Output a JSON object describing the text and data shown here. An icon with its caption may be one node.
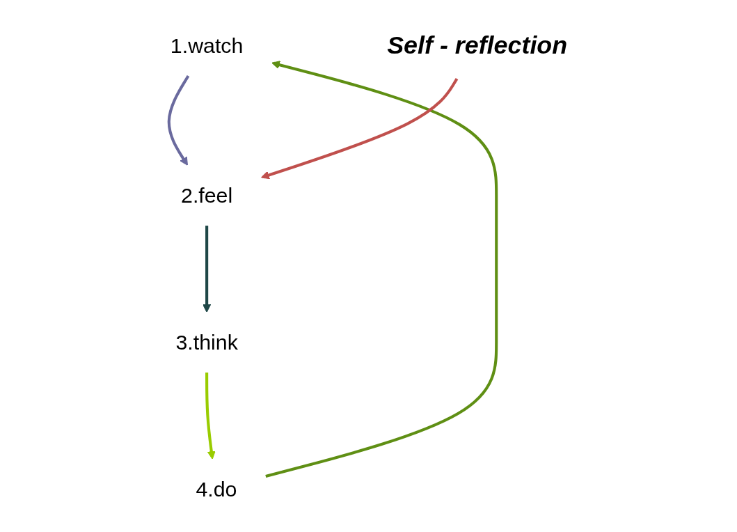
{
  "diagram": {
    "nodes": [
      {
        "text": [
          "1.watch"
        ]
      },
      {
        "text": [
          "2.feel"
        ]
      },
      {
        "text": [
          "3.think"
        ]
      },
      {
        "text": [
          "4.do"
        ]
      },
      {
        "text": [
          "Self - reflection"
        ]
      }
    ],
    "edges": [
      {
        "from": 3,
        "to": 0,
        "arrow": "to",
        "color": "#5f8f14"
      },
      {
        "from": 0,
        "to": 1,
        "arrow": "to",
        "color": "#6a6a9e"
      },
      {
        "from": 1,
        "to": 2,
        "arrow": "to",
        "color": "#1f4747"
      },
      {
        "from": 2,
        "to": 3,
        "arrow": "to",
        "color": "#99cc00"
      },
      {
        "from": 4,
        "to": 1,
        "arrow": "to",
        "color": "#c0504d"
      }
    ]
  }
}
